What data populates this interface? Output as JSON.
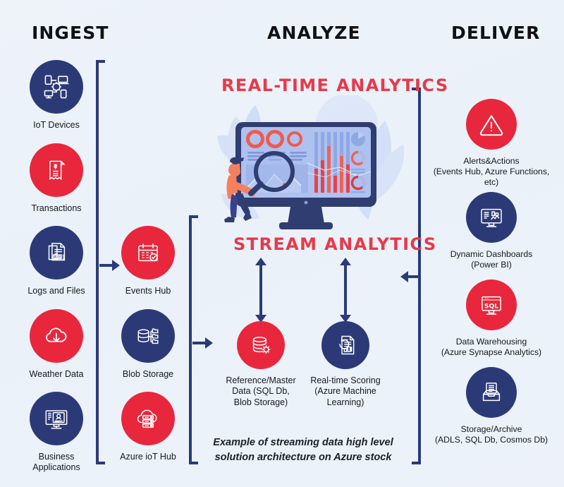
{
  "theme": {
    "navy": "#2b3a77",
    "red": "#e8273c",
    "red_text": "#e8394a",
    "background": "#eef3fa",
    "icon_stroke": "#ffffff"
  },
  "headers": {
    "ingest": "INGEST",
    "analyze": "ANALYZE",
    "deliver": "DELIVER"
  },
  "center": {
    "realtime_title": "REAL-TIME ANALYTICS",
    "stream_title": "STREAM ANALYTICS",
    "footnote": "Example of streaming data high level\nsolution architecture on Azure stock"
  },
  "ingest_sources": [
    {
      "label": "IoT Devices",
      "color": "navy",
      "icon": "iot-devices-icon"
    },
    {
      "label": "Transactions",
      "color": "red",
      "icon": "receipt-icon"
    },
    {
      "label": "Logs and Files",
      "color": "navy",
      "icon": "log-files-icon"
    },
    {
      "label": "Weather Data",
      "color": "red",
      "icon": "cloud-download-icon"
    },
    {
      "label": "Business Applications",
      "color": "navy",
      "icon": "business-app-icon"
    }
  ],
  "ingest_services": [
    {
      "label": "Events Hub",
      "color": "red",
      "icon": "calendar-check-icon"
    },
    {
      "label": "Blob Storage",
      "color": "navy",
      "icon": "database-folders-icon"
    },
    {
      "label": "Azure ioT Hub",
      "color": "red",
      "icon": "cloud-server-icon"
    }
  ],
  "analyze_nodes": [
    {
      "label": "Reference/Master\nData (SQL Db,\nBlob Storage)",
      "color": "red",
      "icon": "database-gear-icon"
    },
    {
      "label": "Real-time Scoring\n(Azure Machine\nLearning)",
      "color": "navy",
      "icon": "scoring-document-icon"
    }
  ],
  "deliver_nodes": [
    {
      "label": "Alerts&Actions\n(Events Hub, Azure Functions, etc)",
      "color": "red",
      "icon": "warning-triangle-icon"
    },
    {
      "label": "Dynamic Dashboards\n(Power BI)",
      "color": "navy",
      "icon": "dashboard-monitor-icon"
    },
    {
      "label": "Data Warehousing\n(Azure Synapse Analytics)",
      "color": "red",
      "icon": "sql-monitor-icon"
    },
    {
      "label": "Storage/Archive\n(ADLS, SQL Db, Cosmos Db)",
      "color": "navy",
      "icon": "archive-tray-icon"
    }
  ],
  "illustration": {
    "name": "analytics-dashboard-illustration",
    "alt": "Person with magnifying glass inspecting a desktop monitor showing a data dashboard"
  }
}
